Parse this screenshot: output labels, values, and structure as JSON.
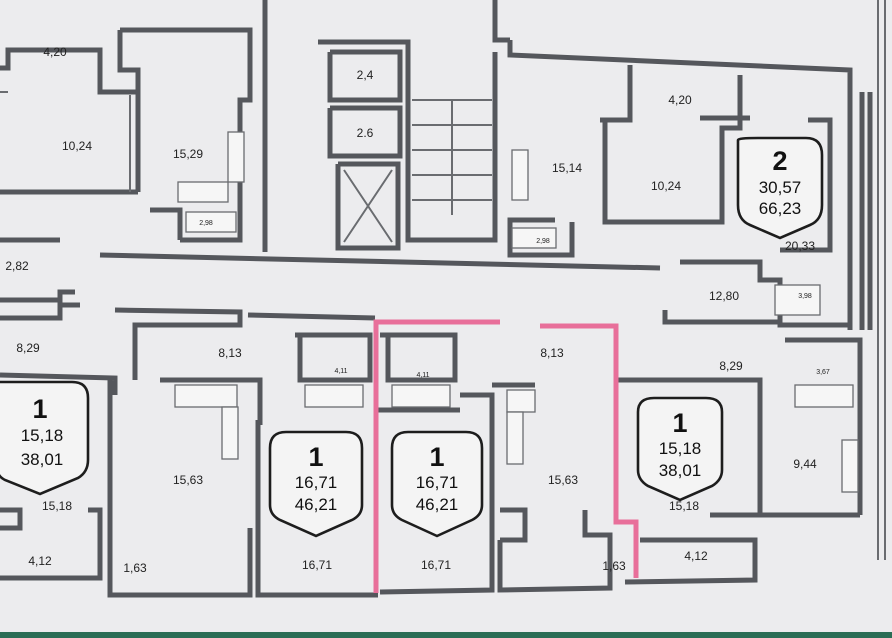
{
  "rooms": {
    "a_room_top": "4,20",
    "a_room_main": "10,24",
    "a_kitchen": "15,29",
    "a_bath": "2,98",
    "a_hall": "2,82",
    "b_room_top": "4,20",
    "b_room_main": "10,24",
    "b_kitchen": "15,14",
    "b_bath": "2,98",
    "b_living": "20,33",
    "b_hall": "12,80",
    "b_wc": "3,98",
    "core_1": "2,4",
    "core_2": "2.6",
    "c_hall": "8,29",
    "c_room": "15,18",
    "c_balcony": "4,12",
    "d_hall": "8,13",
    "d_kitchen": "15,63",
    "d_loggia": "1,63",
    "d_bath": "4,11",
    "d_room": "16,71",
    "e_bath": "4,11",
    "e_room": "16,71",
    "f_hall": "8,13",
    "f_kitchen": "15,63",
    "f_loggia": "1,63",
    "g_hall": "8,29",
    "g_bath": "3,67",
    "g_kitchen": "9,44",
    "g_room": "15,18",
    "g_balcony": "4,12"
  },
  "badges": [
    {
      "rooms": "2",
      "living": "30,57",
      "total": "66,23"
    },
    {
      "rooms": "1",
      "living": "15,18",
      "total": "38,01"
    },
    {
      "rooms": "1",
      "living": "16,71",
      "total": "46,21"
    },
    {
      "rooms": "1",
      "living": "16,71",
      "total": "46,21"
    },
    {
      "rooms": "1",
      "living": "15,18",
      "total": "38,01"
    }
  ],
  "colors": {
    "paper": "#ececee",
    "wall": "#55575c",
    "highlight": "#e86f9a",
    "badge_outline": "#1d1d1d"
  }
}
